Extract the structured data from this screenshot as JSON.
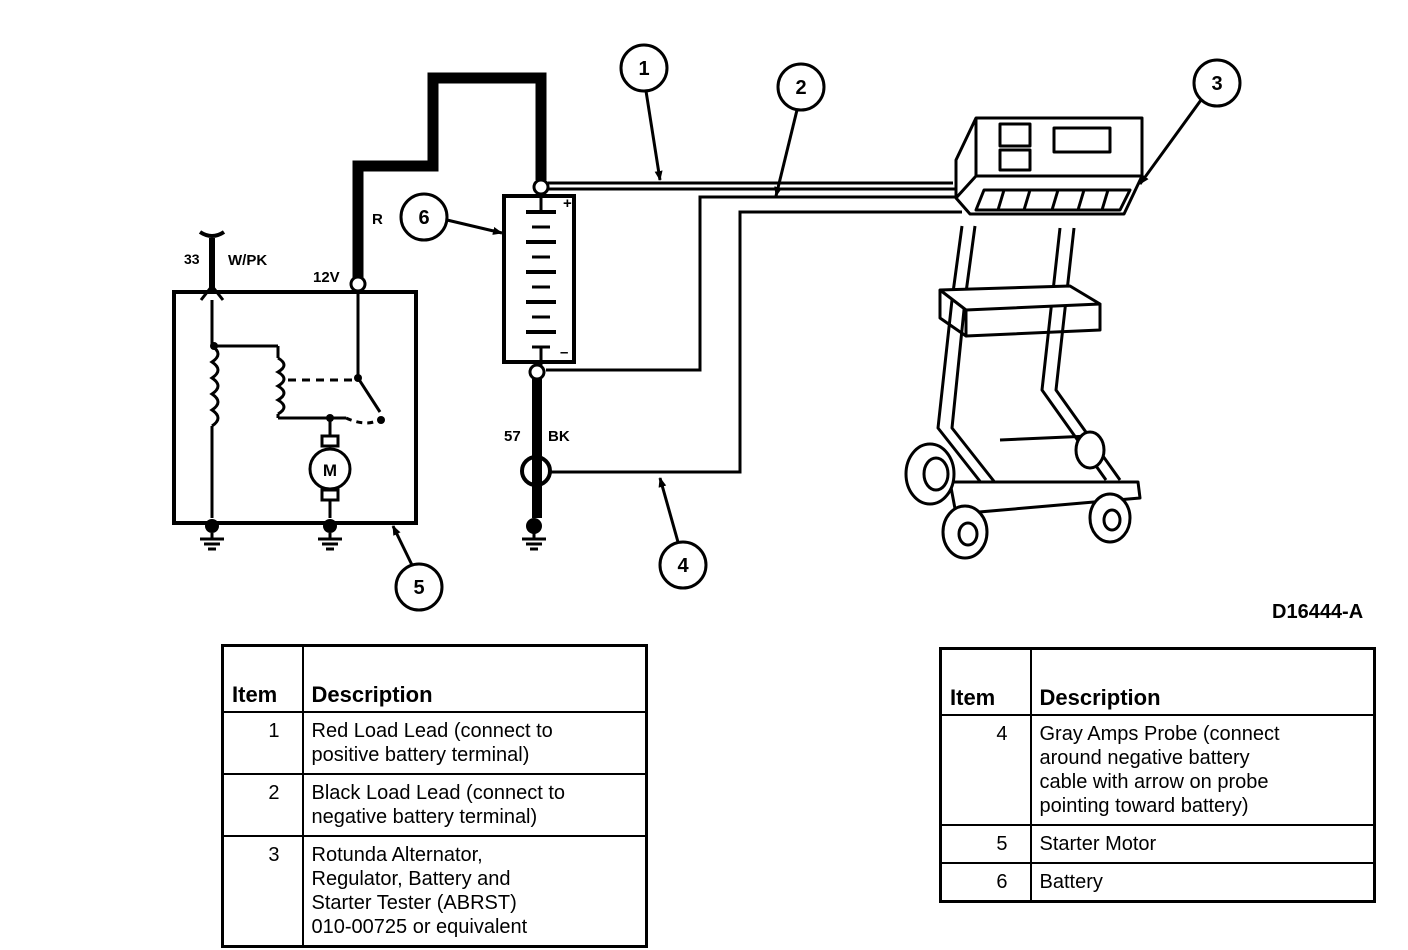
{
  "figure_id": "D16444-A",
  "callouts": [
    "1",
    "2",
    "3",
    "4",
    "5",
    "6"
  ],
  "wire_labels": {
    "circuit_33": "33",
    "color_wpk": "W/PK",
    "voltage_12v": "12V",
    "color_r": "R",
    "circuit_57": "57",
    "color_bk": "BK",
    "battery_plus": "+",
    "battery_minus": "–",
    "motor_m": "M"
  },
  "table_left": {
    "header_item": "Item",
    "header_desc": "Description",
    "rows": [
      {
        "item": "1",
        "lines": [
          "Red Load Lead (connect to",
          "positive battery terminal)"
        ]
      },
      {
        "item": "2",
        "lines": [
          "Black Load Lead (connect to",
          "negative battery terminal)"
        ]
      },
      {
        "item": "3",
        "lines": [
          "Rotunda Alternator,",
          "Regulator, Battery and",
          "Starter Tester (ABRST)",
          "010-00725 or equivalent"
        ]
      }
    ]
  },
  "table_right": {
    "header_item": "Item",
    "header_desc": "Description",
    "rows": [
      {
        "item": "4",
        "lines": [
          "Gray Amps Probe (connect",
          "around negative battery",
          "cable with arrow on probe",
          "pointing toward battery)"
        ]
      },
      {
        "item": "5",
        "lines": [
          "Starter Motor"
        ]
      },
      {
        "item": "6",
        "lines": [
          "Battery"
        ]
      }
    ]
  }
}
